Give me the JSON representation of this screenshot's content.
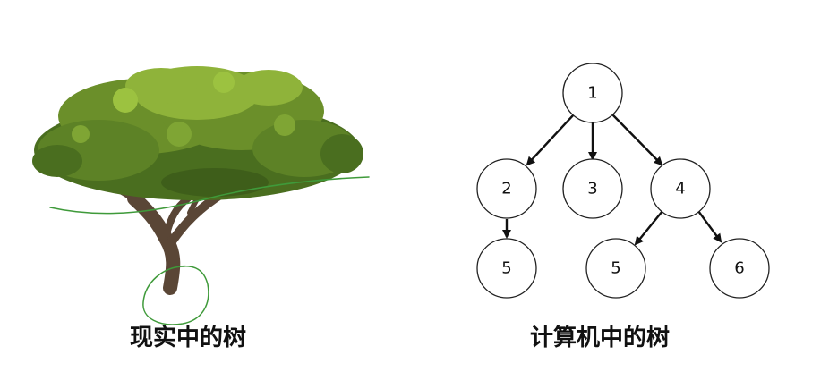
{
  "captions": {
    "real_tree": "现实中的树",
    "computer_tree": "计算机中的树"
  },
  "colors": {
    "foliage_dark": "#4a6e1f",
    "foliage_mid": "#6b8f2a",
    "foliage_light": "#8fb33a",
    "trunk": "#5a4636",
    "annotation_ink": "#3f9a3a",
    "node_stroke": "#222222",
    "edge": "#111111"
  },
  "tree_diagram": {
    "nodes": [
      {
        "id": "n1",
        "label": "1"
      },
      {
        "id": "n2",
        "label": "2"
      },
      {
        "id": "n3",
        "label": "3"
      },
      {
        "id": "n4",
        "label": "4"
      },
      {
        "id": "n5a",
        "label": "5"
      },
      {
        "id": "n5b",
        "label": "5"
      },
      {
        "id": "n6",
        "label": "6"
      }
    ],
    "edges": [
      {
        "from": "n1",
        "to": "n2"
      },
      {
        "from": "n1",
        "to": "n3"
      },
      {
        "from": "n1",
        "to": "n4"
      },
      {
        "from": "n2",
        "to": "n5a"
      },
      {
        "from": "n4",
        "to": "n5b"
      },
      {
        "from": "n4",
        "to": "n6"
      }
    ]
  }
}
